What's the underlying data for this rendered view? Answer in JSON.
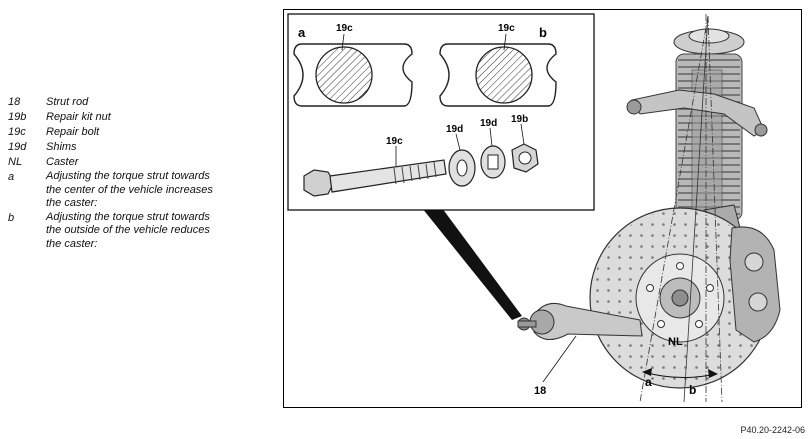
{
  "legend": [
    {
      "key": "18",
      "text": [
        "Strut rod"
      ]
    },
    {
      "key": "19b",
      "text": [
        "Repair kit nut"
      ]
    },
    {
      "key": "19c",
      "text": [
        "Repair bolt"
      ]
    },
    {
      "key": "19d",
      "text": [
        "Shims"
      ]
    },
    {
      "key": "NL",
      "text": [
        "Caster"
      ]
    },
    {
      "key": "a",
      "text": [
        "Adjusting the torque strut towards",
        "the center of the vehicle increases",
        "the caster:"
      ]
    },
    {
      "key": "b",
      "text": [
        "Adjusting the torque strut towards",
        "the outside of the vehicle reduces",
        "the caster:"
      ]
    }
  ],
  "figure": {
    "inset_label_a": "a",
    "inset_label_b": "b",
    "label_19c_a": "19c",
    "label_19c_b": "19c",
    "label_19c_bolt": "19c",
    "label_19d_1": "19d",
    "label_19d_2": "19d",
    "label_19b": "19b",
    "label_18": "18",
    "label_nl": "NL",
    "label_a_bottom": "a",
    "label_b_bottom": "b"
  },
  "ref_code": "P40.20-2242-06"
}
